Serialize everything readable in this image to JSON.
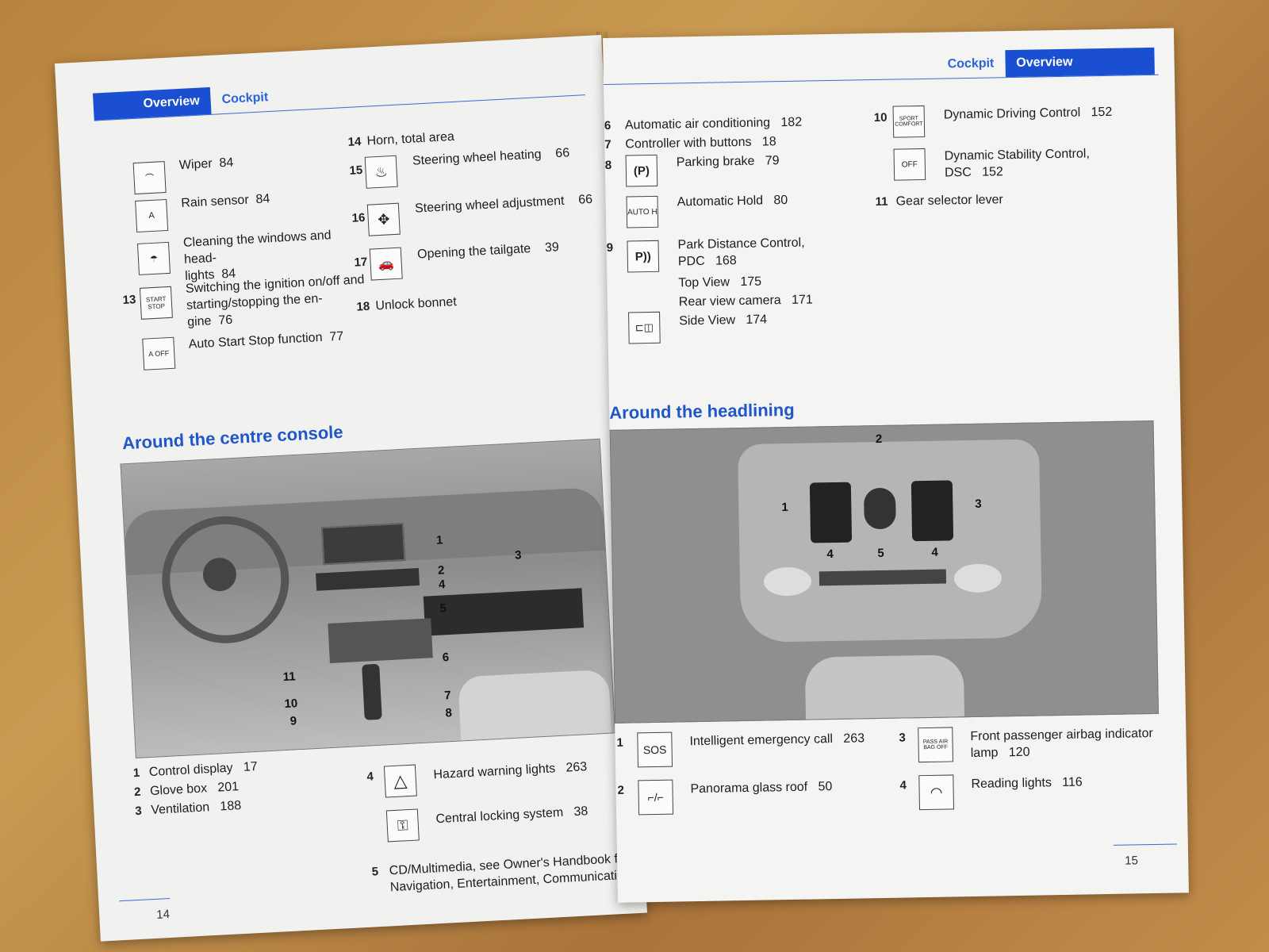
{
  "left_page": {
    "tabs": {
      "active": "Overview",
      "inactive": "Cockpit"
    },
    "items_top_left": [
      {
        "num": "",
        "icon": "wiper-icon",
        "glyph": "⌒",
        "label": "Wiper",
        "page": "84"
      },
      {
        "num": "",
        "icon": "rain-sensor-icon",
        "glyph": "A",
        "label": "Rain sensor",
        "page": "84"
      },
      {
        "num": "",
        "icon": "washer-icon",
        "glyph": "☂",
        "label": "Cleaning the windows and head-\nlights",
        "page": "84"
      },
      {
        "num": "13",
        "icon": "start-stop-icon",
        "glyph": "START STOP",
        "label": "Switching the ignition on/off and\nstarting/stopping the en-\ngine",
        "page": "76"
      },
      {
        "num": "",
        "icon": "auto-start-stop-icon",
        "glyph": "A OFF",
        "label": "Auto Start Stop function",
        "page": "77"
      }
    ],
    "items_top_right": [
      {
        "num": "14",
        "label": "Horn, total area",
        "page": ""
      },
      {
        "num": "15",
        "icon": "steering-heat-icon",
        "glyph": "♨",
        "label": "Steering wheel heating",
        "page": "66"
      },
      {
        "num": "16",
        "icon": "steering-adjust-icon",
        "glyph": "✥",
        "label": "Steering wheel adjustment",
        "page": "66"
      },
      {
        "num": "17",
        "icon": "tailgate-icon",
        "glyph": "🚗",
        "label": "Opening the tailgate",
        "page": "39"
      },
      {
        "num": "18",
        "label": "Unlock bonnet",
        "page": ""
      }
    ],
    "section_heading": "Around the centre console",
    "callouts": [
      "1",
      "2",
      "3",
      "4",
      "5",
      "6",
      "7",
      "8",
      "9",
      "10",
      "11"
    ],
    "legend_left": [
      {
        "num": "1",
        "label": "Control display",
        "page": "17"
      },
      {
        "num": "2",
        "label": "Glove box",
        "page": "201"
      },
      {
        "num": "3",
        "label": "Ventilation",
        "page": "188"
      }
    ],
    "legend_right": {
      "num4": "4",
      "hazard": {
        "label": "Hazard warning lights",
        "page": "263",
        "glyph": "△"
      },
      "locking": {
        "label": "Central locking system",
        "page": "38",
        "glyph": "⚿"
      },
      "num5": "5",
      "cd": "CD/Multimedia, see Owner's Handbook for\nNavigation, Entertainment, Communication"
    },
    "page_number": "14"
  },
  "right_page": {
    "tabs": {
      "inactive": "Cockpit",
      "active": "Overview"
    },
    "items_left": [
      {
        "num": "6",
        "label": "Automatic air conditioning",
        "page": "182"
      },
      {
        "num": "7",
        "label": "Controller with buttons",
        "page": "18"
      },
      {
        "num": "8",
        "icon": "parking-brake-icon",
        "glyph": "(P)",
        "label": "Parking brake",
        "page": "79"
      },
      {
        "num": "",
        "icon": "auto-hold-icon",
        "glyph": "AUTO H",
        "label": "Automatic Hold",
        "page": "80"
      },
      {
        "num": "9",
        "icon": "pdc-icon",
        "glyph": "P))",
        "label": "Park Distance Control,\nPDC",
        "page": "168"
      },
      {
        "num": "",
        "label": "Top View",
        "page": "175"
      },
      {
        "num": "",
        "label": "Rear view camera",
        "page": "171"
      },
      {
        "num": "",
        "icon": "side-view-icon",
        "glyph": "⊏◫",
        "label": "Side View",
        "page": "174"
      }
    ],
    "items_right": [
      {
        "num": "10",
        "icon": "sport-comfort-icon",
        "glyph": "SPORT COMFORT",
        "label": "Dynamic Driving Control",
        "page": "152"
      },
      {
        "num": "",
        "icon": "dsc-off-icon",
        "glyph": "OFF",
        "label": "Dynamic Stability Control,\nDSC",
        "page": "152"
      },
      {
        "num": "11",
        "label": "Gear selector lever",
        "page": ""
      }
    ],
    "section_heading": "Around the headlining",
    "callouts": [
      "1",
      "2",
      "3",
      "4",
      "5",
      "4"
    ],
    "legend": [
      {
        "num": "1",
        "icon": "sos-icon",
        "glyph": "SOS",
        "label": "Intelligent emergency call",
        "page": "263"
      },
      {
        "num": "2",
        "icon": "glass-roof-icon",
        "glyph": "⌐/⌐",
        "label": "Panorama glass roof",
        "page": "50"
      },
      {
        "num": "3",
        "icon": "airbag-lamp-icon",
        "glyph": "PASS AIR BAG OFF",
        "label": "Front passenger airbag indicator\nlamp",
        "page": "120"
      },
      {
        "num": "4",
        "icon": "reading-light-icon",
        "glyph": "◠",
        "label": "Reading lights",
        "page": "116"
      }
    ],
    "page_number": "15"
  },
  "colors": {
    "accent": "#1a4fd1",
    "heading": "#1f56c9",
    "paper": "#f4f4f2",
    "table": "#b8823f"
  }
}
